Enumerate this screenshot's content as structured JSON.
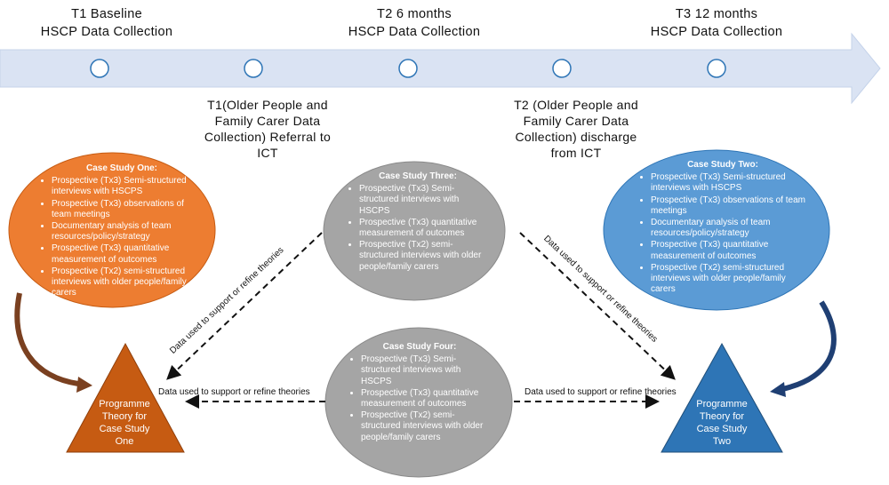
{
  "timeline": {
    "top_labels": [
      {
        "line1": "T1 Baseline",
        "line2": "HSCP Data Collection"
      },
      {
        "line1": "T2 6 months",
        "line2": "HSCP Data Collection"
      },
      {
        "line1": "T3 12 months",
        "line2": "HSCP Data Collection"
      }
    ],
    "bottom_labels": [
      {
        "text": "T1(Older People and Family Carer Data Collection) Referral to ICT"
      },
      {
        "text": "T2 (Older People and Family Carer Data Collection) discharge from ICT"
      }
    ]
  },
  "case_studies": {
    "one": {
      "title": "Case Study One:",
      "items": [
        "Prospective (Tx3) Semi-structured interviews with HSCPS",
        "Prospective (Tx3) observations of team meetings",
        "Documentary analysis of team resources/policy/strategy",
        "Prospective (Tx3) quantitative measurement of outcomes",
        "Prospective (Tx2) semi-structured interviews with older people/family carers"
      ]
    },
    "two": {
      "title": "Case Study Two:",
      "items": [
        "Prospective (Tx3) Semi-structured interviews with HSCPS",
        "Prospective (Tx3) observations of team meetings",
        "Documentary analysis of team resources/policy/strategy",
        "Prospective (Tx3) quantitative measurement of outcomes",
        "Prospective (Tx2) semi-structured interviews with older people/family carers"
      ]
    },
    "three": {
      "title": "Case Study Three:",
      "items": [
        "Prospective (Tx3) Semi-structured interviews with HSCPS",
        "Prospective (Tx3) quantitative measurement of outcomes",
        "Prospective (Tx2) semi-structured interviews with older people/family carers"
      ]
    },
    "four": {
      "title": "Case Study Four:",
      "items": [
        "Prospective (Tx3) Semi-structured interviews with HSCPS",
        "Prospective (Tx3) quantitative measurement of outcomes",
        "Prospective (Tx2) semi-structured interviews with older people/family carers"
      ]
    }
  },
  "programme_theories": {
    "left": "Programme Theory for Case Study One",
    "right": "Programme Theory for Case Study Two"
  },
  "edges": {
    "diag_left": "Data used to support or refine theories",
    "diag_right": "Data used to support or refine theories",
    "horiz_left": "Data used to support or refine theories",
    "horiz_right": "Data used to support or refine theories"
  },
  "colors": {
    "orange": "#ED7D31",
    "orange_dark": "#C65B12",
    "blue": "#5B9BD5",
    "blue_dark": "#2E75B6",
    "grey": "#A5A5A5",
    "timeline": "#DAE3F3"
  }
}
